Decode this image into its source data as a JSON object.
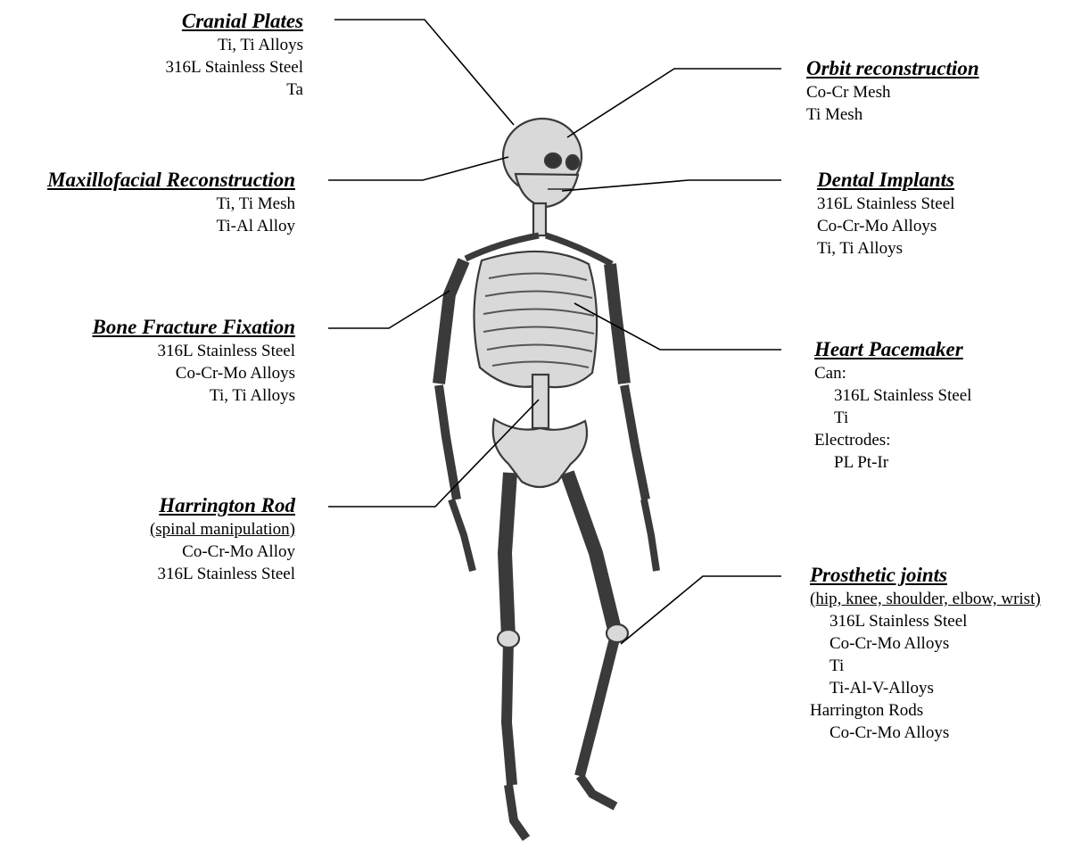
{
  "labels": {
    "cranial": {
      "title": "Cranial Plates",
      "lines": [
        "Ti, Ti Alloys",
        "316L Stainless Steel",
        "Ta"
      ]
    },
    "maxillofacial": {
      "title": "Maxillofacial Reconstruction",
      "lines": [
        "Ti, Ti Mesh",
        "Ti-Al Alloy"
      ]
    },
    "fracture": {
      "title": "Bone Fracture Fixation",
      "lines": [
        "316L Stainless Steel",
        "Co-Cr-Mo Alloys",
        "Ti, Ti Alloys"
      ]
    },
    "harrington": {
      "title": "Harrington Rod",
      "subtitle": "(spinal manipulation)",
      "lines": [
        "Co-Cr-Mo Alloy",
        "316L Stainless Steel"
      ]
    },
    "orbit": {
      "title": "Orbit reconstruction",
      "lines": [
        "Co-Cr Mesh",
        "Ti Mesh"
      ]
    },
    "dental": {
      "title": "Dental Implants",
      "lines": [
        "316L Stainless Steel",
        "Co-Cr-Mo Alloys",
        "Ti, Ti Alloys"
      ]
    },
    "pacemaker": {
      "title": "Heart Pacemaker",
      "lines": [
        "Can:",
        "316L Stainless Steel",
        "Ti",
        "Electrodes:",
        "PL Pt-Ir"
      ]
    },
    "prosthetic": {
      "title": "Prosthetic joints",
      "subtitle": "(hip, knee, shoulder, elbow, wrist)",
      "lines": [
        "316L Stainless Steel",
        "Co-Cr-Mo Alloys",
        "Ti",
        "Ti-Al-V-Alloys",
        "Harrington Rods",
        "Co-Cr-Mo Alloys"
      ]
    }
  },
  "colors": {
    "bone": "#d9d9d9",
    "bone_outline": "#3a3a3a",
    "leader": "#000000"
  }
}
